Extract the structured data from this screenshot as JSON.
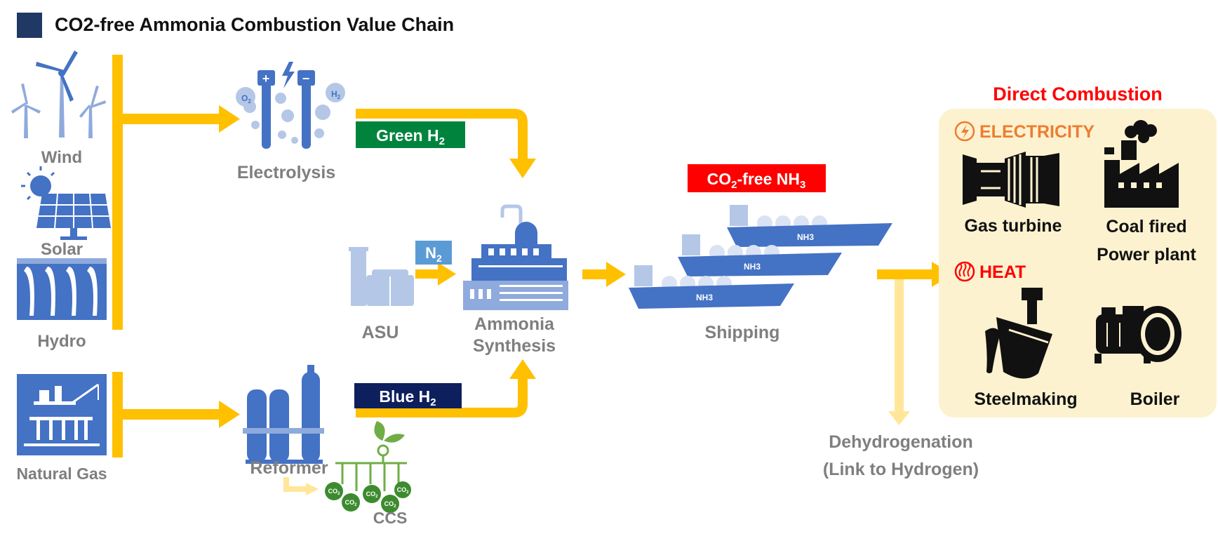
{
  "title": "CO2-free Ammonia Combustion Value Chain",
  "sources": {
    "wind": "Wind",
    "solar": "Solar",
    "hydro": "Hydro",
    "natural_gas": "Natural Gas"
  },
  "processes": {
    "electrolysis": "Electrolysis",
    "reformer": "Reformer",
    "ccs": "CCS",
    "asu": "ASU",
    "ammonia_line1": "Ammonia",
    "ammonia_line2": "Synthesis",
    "shipping": "Shipping",
    "ship_label": "NH3",
    "dehydro_line1": "Dehydrogenation",
    "dehydro_line2": "(Link to Hydrogen)"
  },
  "electrolysis_icon": {
    "plus": "+",
    "minus": "−",
    "o2": "O",
    "o2_sub": "2",
    "h2": "H",
    "h2_sub": "2"
  },
  "ccs_icon": {
    "bubble": "CO",
    "bubble_sub": "2"
  },
  "tags": {
    "green_h2": "Green H",
    "green_h2_sub": "2",
    "blue_h2": "Blue H",
    "blue_h2_sub": "2",
    "n2": "N",
    "n2_sub": "2",
    "nh3_a": "CO",
    "nh3_a_sub": "2",
    "nh3_b": "-free NH",
    "nh3_b_sub": "3"
  },
  "combustion": {
    "header": "Direct Combustion",
    "electricity": "ELECTRICITY",
    "heat": "HEAT",
    "gas_turbine": "Gas turbine",
    "coal_line1": "Coal fired",
    "coal_line2": "Power plant",
    "steelmaking": "Steelmaking",
    "boiler": "Boiler"
  },
  "colors": {
    "title_square": "#1f3864",
    "arrow": "#ffc000",
    "arrow_light": "#ffe699",
    "icon_blue": "#4472c4",
    "icon_light": "#8faadc",
    "icon_pale": "#b4c7e7",
    "label_gray": "#7f7f7f",
    "green_tag": "#00843d",
    "blue_tag": "#0d1f5c",
    "n2_tag": "#5b9bd5",
    "red": "#ff0000",
    "orange": "#ed7d31",
    "panel": "#fdf2d0",
    "ccs_green": "#70ad47",
    "ccs_dark": "#3d8b2f"
  }
}
